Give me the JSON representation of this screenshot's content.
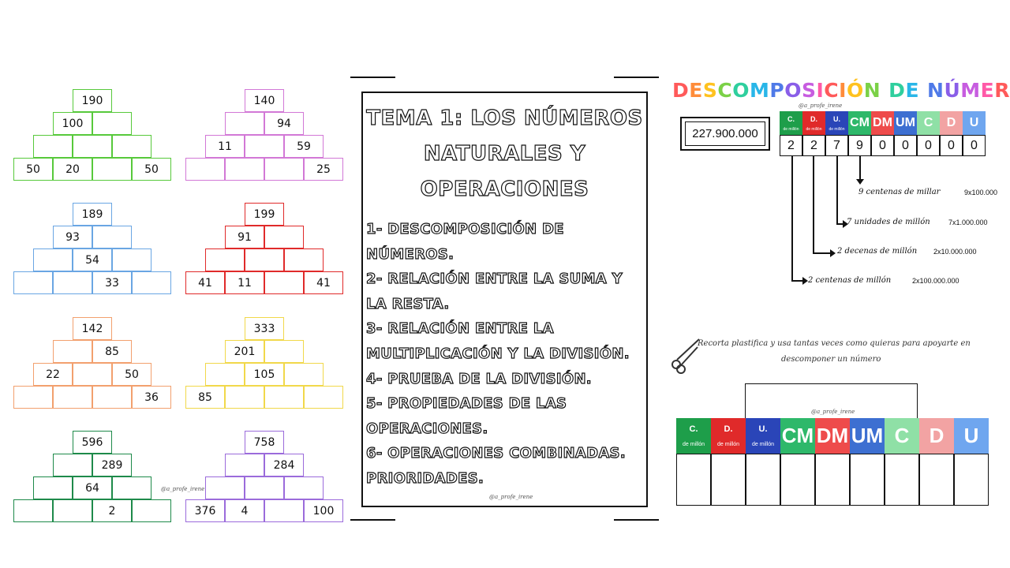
{
  "pyramids": [
    {
      "color": "#57c93b",
      "rows": [
        [
          "190"
        ],
        [
          "100",
          ""
        ],
        [
          "",
          "",
          ""
        ],
        [
          "50",
          "20",
          "",
          "50"
        ]
      ]
    },
    {
      "color": "#d278d6",
      "rows": [
        [
          "140"
        ],
        [
          "",
          "94"
        ],
        [
          "11",
          "",
          "59"
        ],
        [
          "",
          "",
          "",
          "25"
        ]
      ]
    },
    {
      "color": "#6aa6e3",
      "rows": [
        [
          "189"
        ],
        [
          "93",
          ""
        ],
        [
          "",
          "54",
          ""
        ],
        [
          "",
          "",
          "33",
          ""
        ]
      ]
    },
    {
      "color": "#e02a2a",
      "rows": [
        [
          "199"
        ],
        [
          "91",
          ""
        ],
        [
          "",
          "",
          ""
        ],
        [
          "41",
          "11",
          "",
          "41"
        ]
      ]
    },
    {
      "color": "#f2a06e",
      "rows": [
        [
          "142"
        ],
        [
          "",
          "85"
        ],
        [
          "22",
          "",
          "50"
        ],
        [
          "",
          "",
          "",
          "36"
        ]
      ]
    },
    {
      "color": "#f1d84a",
      "rows": [
        [
          "333"
        ],
        [
          "201",
          ""
        ],
        [
          "",
          "105",
          ""
        ],
        [
          "85",
          "",
          "",
          ""
        ]
      ]
    },
    {
      "color": "#1e8a4a",
      "rows": [
        [
          "596"
        ],
        [
          "",
          "289"
        ],
        [
          "",
          "64",
          ""
        ],
        [
          "",
          "",
          "2",
          ""
        ]
      ]
    },
    {
      "color": "#9b6bdb",
      "rows": [
        [
          "758"
        ],
        [
          "",
          "284"
        ],
        [
          "",
          "",
          ""
        ],
        [
          "376",
          "4",
          "",
          "100"
        ]
      ]
    }
  ],
  "credit": "@a_profe_irene",
  "tema": {
    "title_lines": [
      "TEMA 1: LOS NÚMEROS",
      "NATURALES Y",
      "OPERACIONES"
    ],
    "lines": [
      "1- DESCOMPOSICIÓN DE",
      "NÚMEROS.",
      "2- RELACIÓN ENTRE LA SUMA Y",
      "LA RESTA.",
      "3- RELACIÓN ENTRE LA",
      "MULTIPLICACIÓN Y LA DIVISIÓN.",
      "4- PRUEBA DE LA DIVISIÓN.",
      "5- PROPIEDADES DE LAS",
      "OPERACIONES.",
      "6- OPERACIONES COMBINADAS.",
      "PRIORIDADES."
    ],
    "credit": "@a_profe_irene"
  },
  "descomposicion": {
    "title": "DESCOMPOSICIÓN DE NÚMEROS",
    "title_colors": [
      "#ff5a5a",
      "#ff8c3a",
      "#ffc21f",
      "#7bd147",
      "#2fcf9e",
      "#29b6e8",
      "#4f7ae8",
      "#8a5ee8",
      "#c75de0",
      "#ff5aa8"
    ],
    "credit": "@a_profe_irene",
    "number": "227.900.000",
    "headers": [
      {
        "label": "C.",
        "sub": "de millón",
        "color": "#1e9e4a"
      },
      {
        "label": "D.",
        "sub": "de millón",
        "color": "#e02a2a"
      },
      {
        "label": "U.",
        "sub": "de millón",
        "color": "#2a45b8"
      },
      {
        "label": "CM",
        "sub": "",
        "color": "#2eb86a"
      },
      {
        "label": "DM",
        "sub": "",
        "color": "#ee4b4b"
      },
      {
        "label": "UM",
        "sub": "",
        "color": "#3d6fd1"
      },
      {
        "label": "C",
        "sub": "",
        "color": "#8fe0a6"
      },
      {
        "label": "D",
        "sub": "",
        "color": "#f2a3a3"
      },
      {
        "label": "U",
        "sub": "",
        "color": "#6fa6ef"
      }
    ],
    "digits": [
      "2",
      "2",
      "7",
      "9",
      "0",
      "0",
      "0",
      "0",
      "0"
    ],
    "annotations": [
      {
        "text": "9 centenas de millar",
        "value": "9x100.000"
      },
      {
        "text": "7 unidades de millón",
        "value": "7x1.000.000"
      },
      {
        "text": "2 decenas de millón",
        "value": "2x10.000.000"
      },
      {
        "text": "2 centenas de millón",
        "value": "2x100.000.000"
      }
    ]
  },
  "template": {
    "note_line1": "Recorta plastifica y usa tantas veces como quieras para apoyarte en",
    "note_line2": "descomponer un número",
    "credit": "@a_profe_irene",
    "headers": [
      {
        "label": "C.",
        "sub": "de millón",
        "color": "#1e9e4a"
      },
      {
        "label": "D.",
        "sub": "de millón",
        "color": "#e02a2a"
      },
      {
        "label": "U.",
        "sub": "de millón",
        "color": "#2a45b8"
      },
      {
        "label": "CM",
        "sub": "",
        "color": "#2eb86a"
      },
      {
        "label": "DM",
        "sub": "",
        "color": "#ee4b4b"
      },
      {
        "label": "UM",
        "sub": "",
        "color": "#3d6fd1"
      },
      {
        "label": "C",
        "sub": "",
        "color": "#8fe0a6"
      },
      {
        "label": "D",
        "sub": "",
        "color": "#f2a3a3"
      },
      {
        "label": "U",
        "sub": "",
        "color": "#6fa6ef"
      }
    ]
  }
}
